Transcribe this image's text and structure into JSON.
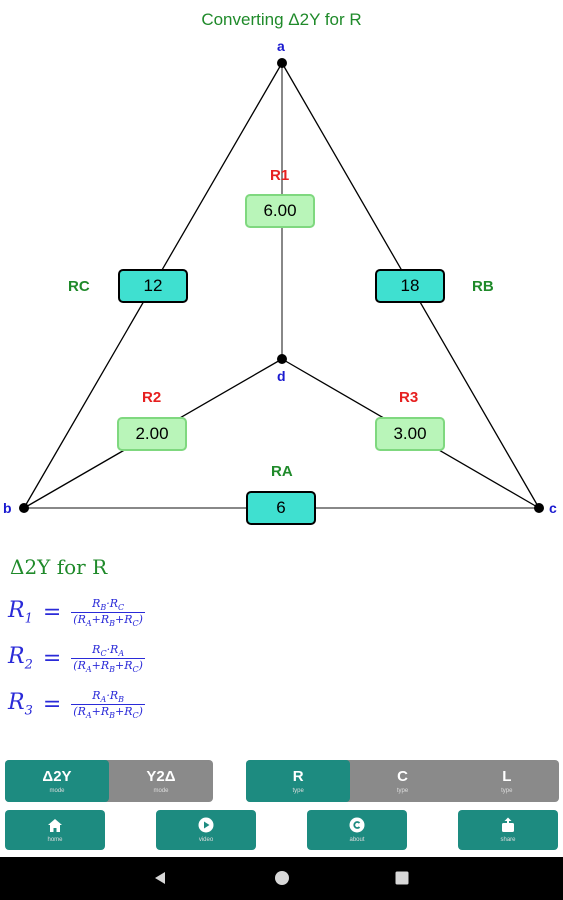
{
  "title": "Converting Δ2Y for R",
  "nodes": {
    "a": "a",
    "b": "b",
    "c": "c",
    "d": "d"
  },
  "y_resistors": [
    {
      "label": "R1",
      "value": "6.00"
    },
    {
      "label": "R2",
      "value": "2.00"
    },
    {
      "label": "R3",
      "value": "3.00"
    }
  ],
  "delta_resistors": [
    {
      "label": "RC",
      "value": "12"
    },
    {
      "label": "RB",
      "value": "18"
    },
    {
      "label": "RA",
      "value": "6"
    }
  ],
  "formulas": {
    "heading": "Δ2Y for R",
    "eq": "=",
    "rows": [
      {
        "lhs": "R",
        "sub": "1",
        "num": "R_B·R_C",
        "den": "(R_A+R_B+R_C)"
      },
      {
        "lhs": "R",
        "sub": "2",
        "num": "R_C·R_A",
        "den": "(R_A+R_B+R_C)"
      },
      {
        "lhs": "R",
        "sub": "3",
        "num": "R_A·R_B",
        "den": "(R_A+R_B+R_C)"
      }
    ]
  },
  "mode_toggle": [
    {
      "label": "Δ2Y",
      "sub": "mode",
      "active": true
    },
    {
      "label": "Y2Δ",
      "sub": "mode",
      "active": false
    }
  ],
  "type_toggle": [
    {
      "label": "R",
      "sub": "type",
      "active": true
    },
    {
      "label": "C",
      "sub": "type",
      "active": false
    },
    {
      "label": "L",
      "sub": "type",
      "active": false
    }
  ],
  "actions": [
    {
      "icon": "home-icon",
      "label": "home"
    },
    {
      "icon": "play-icon",
      "label": "video"
    },
    {
      "icon": "copyright-icon",
      "label": "about"
    },
    {
      "icon": "share-icon",
      "label": "share"
    }
  ],
  "colors": {
    "accent": "#1d8b80",
    "toggle_inactive": "#8a8a8a",
    "y_box": "#b9f5b9",
    "delta_box": "#3fe0d0",
    "label_red": "#e62020",
    "label_green": "#1f8a2a",
    "node_blue": "#1a1ad0"
  }
}
